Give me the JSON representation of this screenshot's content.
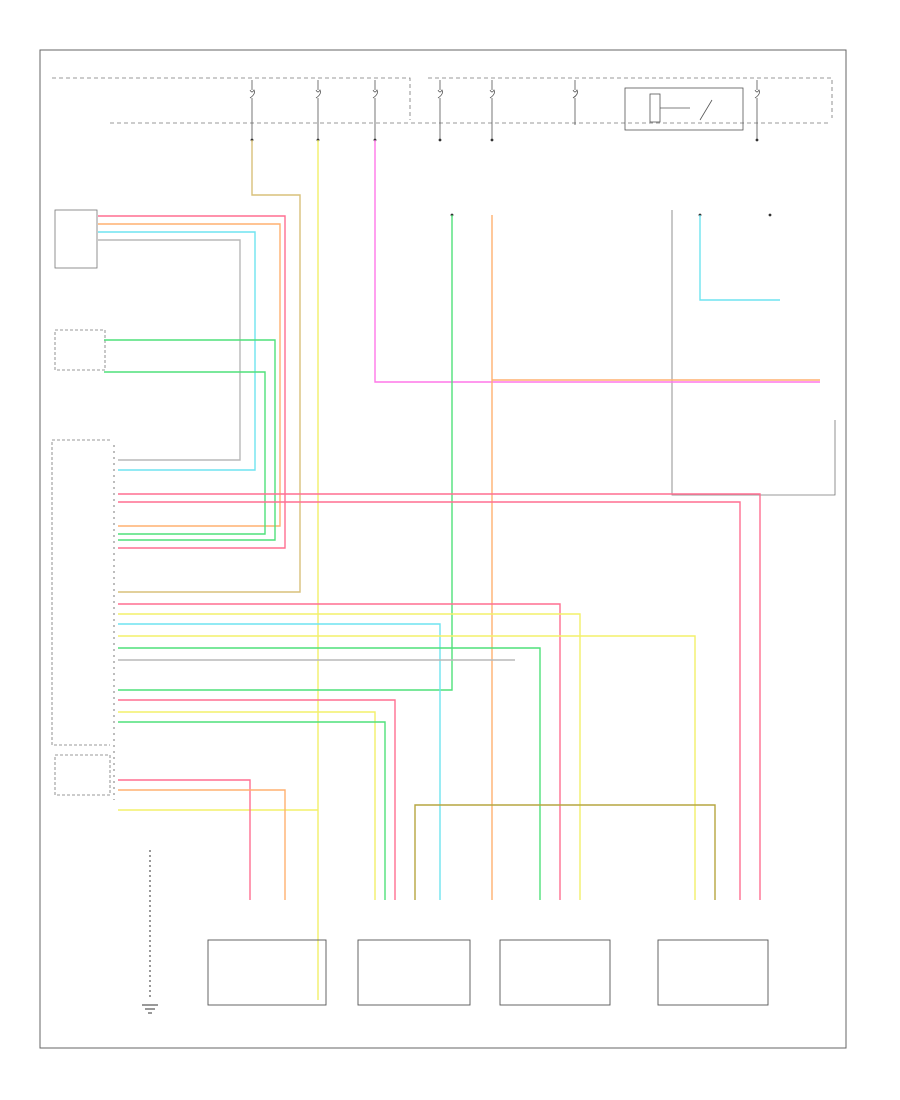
{
  "diagram": {
    "title": "",
    "footer_code": "",
    "components": [
      {
        "key": "lcm",
        "label": ""
      },
      {
        "key": "sgm",
        "label": ""
      },
      {
        "key": "hvac_module",
        "label": ""
      },
      {
        "key": "hvac_control",
        "label": ""
      },
      {
        "key": "blend_door_actuator",
        "label": ""
      },
      {
        "key": "defrost_door_actuator",
        "label": ""
      },
      {
        "key": "floor_door_actuator",
        "label": ""
      },
      {
        "key": "recirc_door_actuator",
        "label": ""
      },
      {
        "key": "ground",
        "label": ""
      }
    ],
    "wire_colors": {
      "red": "#ff6f91",
      "orange": "#ffb070",
      "yellow": "#f3f06a",
      "green": "#4fe07a",
      "lightblue": "#6fe3f0",
      "pink": "#ff77e8",
      "tan": "#d8c07a",
      "olive": "#b6a640",
      "gray": "#b8b8b8",
      "black": "#333333"
    }
  }
}
